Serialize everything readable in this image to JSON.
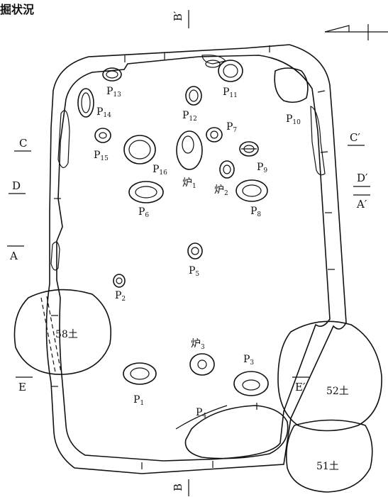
{
  "title": "掘状況",
  "section_labels": {
    "a": "A",
    "a_prime": "A′",
    "b": "B",
    "b_prime": "B′",
    "c": "C",
    "c_prime": "C′",
    "d": "D",
    "d_prime": "D′",
    "e": "E",
    "e_prime": "E′"
  },
  "pits": [
    {
      "main": "P",
      "sub": "1"
    },
    {
      "main": "P",
      "sub": "2"
    },
    {
      "main": "P",
      "sub": "3"
    },
    {
      "main": "P",
      "sub": "4"
    },
    {
      "main": "P",
      "sub": "5"
    },
    {
      "main": "P",
      "sub": "6"
    },
    {
      "main": "P",
      "sub": "7"
    },
    {
      "main": "P",
      "sub": "8"
    },
    {
      "main": "P",
      "sub": "9"
    },
    {
      "main": "P",
      "sub": "10"
    },
    {
      "main": "P",
      "sub": "11"
    },
    {
      "main": "P",
      "sub": "12"
    },
    {
      "main": "P",
      "sub": "13"
    },
    {
      "main": "P",
      "sub": "14"
    },
    {
      "main": "P",
      "sub": "15"
    },
    {
      "main": "P",
      "sub": "16"
    }
  ],
  "hearths": [
    {
      "main": "炉",
      "sub": "1"
    },
    {
      "main": "炉",
      "sub": "2"
    },
    {
      "main": "炉",
      "sub": "3"
    }
  ],
  "dug_pits": [
    {
      "label": "58土"
    },
    {
      "label": "52土"
    },
    {
      "label": "51土"
    }
  ]
}
